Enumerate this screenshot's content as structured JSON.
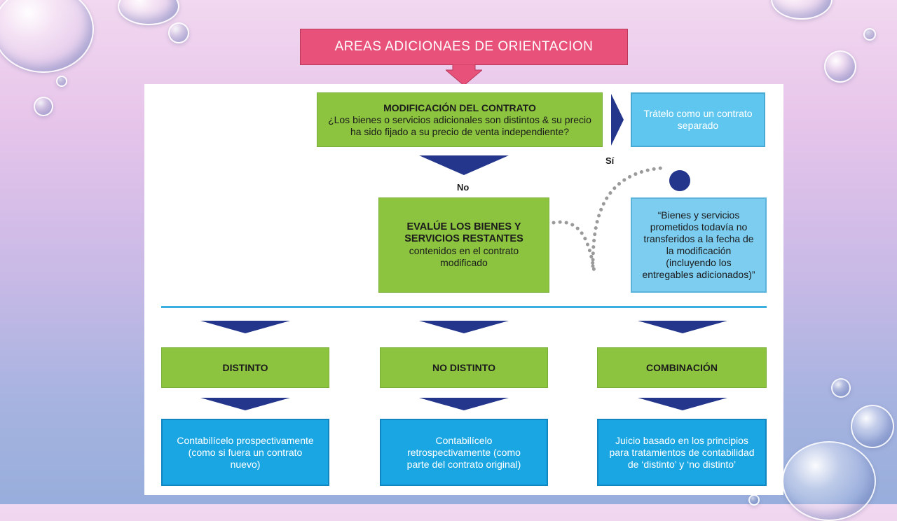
{
  "slide": {
    "title": "AREAS ADICIONAES DE ORIENTACION"
  },
  "diagram": {
    "modification_box": {
      "heading": "MODIFICACIÓN DEL CONTRATO",
      "text": "¿Los bienes o servicios adicionales son distintos & su precio ha sido fijado a su precio de venta independiente?"
    },
    "separate_contract_box": {
      "text": "Trátelo como un contrato separado"
    },
    "label_yes": "Sí",
    "label_no": "No",
    "evaluate_box": {
      "heading": "EVALÚE LOS BIENES Y SERVICIOS RESTANTES",
      "text": "contenidos en el contrato modificado"
    },
    "promised_box": {
      "text": "“Bienes y servicios prometidos todavía no transferidos a la fecha de la modificación (incluyendo los entregables adicionados)”"
    },
    "categories": [
      {
        "label": "DISTINTO",
        "result": "Contabilícelo prospectivamente (como si fuera un contrato nuevo)"
      },
      {
        "label": "NO DISTINTO",
        "result": "Contabilícelo retrospectivamente (como parte del contrato original)"
      },
      {
        "label": "COMBINACIÓN",
        "result": "Juicio basado en los principios para tratamientos de contabilidad de ‘distinto’ y ‘no distinto’"
      }
    ],
    "colors": {
      "green": "#8cc43f",
      "blue": "#1aa6e2",
      "light_blue": "#7ccdf0",
      "navy_arrow": "#23368b",
      "title_pink": "#e8527a"
    }
  }
}
